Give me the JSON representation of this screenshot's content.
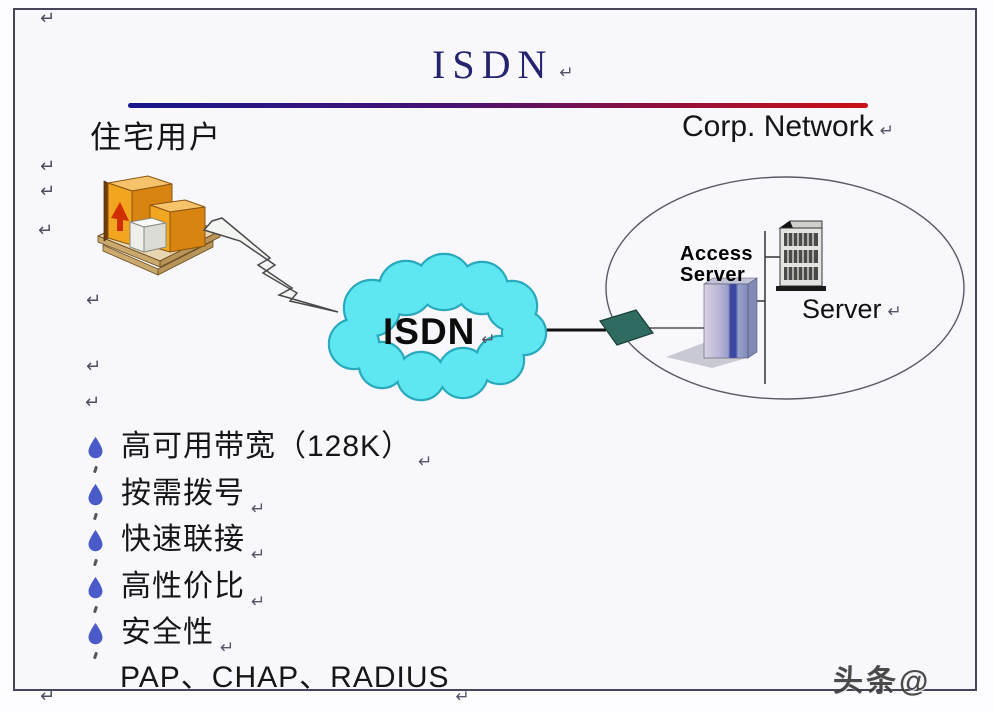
{
  "title": {
    "text": "ISDN"
  },
  "header": {
    "left_label": "住宅用户",
    "right_label": "Corp. Network"
  },
  "diagram": {
    "cloud_label": "ISDN",
    "access_server_line1": "Access",
    "access_server_line2": "Server",
    "server_label": "Server"
  },
  "features": {
    "items": [
      "高可用带宽（128K）",
      "按需拨号",
      "快速联接",
      "高性价比",
      "安全性"
    ],
    "protocols": "PAP、CHAP、RADIUS"
  },
  "watermark": "头条@",
  "marks": {
    "return_symbol": "↵"
  },
  "colors": {
    "title_text": "#232370",
    "divider_left": "#16168c",
    "divider_right": "#cc1016",
    "cloud_fill": "#5ee7f0",
    "cloud_border": "#2aa9bd",
    "bullet_drop": "#4a5ac8",
    "modem_teal": "#2f6b60",
    "building_orange": "#f2a51f",
    "tower_stripe": "#3b48a2"
  }
}
